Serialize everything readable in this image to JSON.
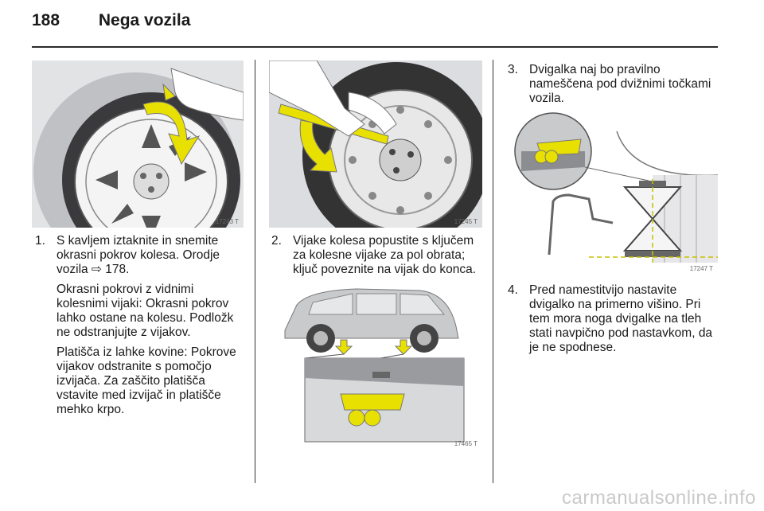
{
  "header": {
    "page_number": "188",
    "title": "Nega vozila"
  },
  "figures": {
    "fig1": {
      "number": "17243 T",
      "icon": "hubcap-removal-illustration"
    },
    "fig2": {
      "number": "17245 T",
      "icon": "wheel-wrench-illustration"
    },
    "fig3": {
      "number": "17465 T",
      "icon": "jack-points-illustration"
    },
    "fig4": {
      "number": "17247 T",
      "icon": "jack-placement-illustration"
    }
  },
  "steps": {
    "s1": {
      "num": "1.",
      "p1": "S kavljem iztaknite in snemite okrasni pokrov kolesa. Orodje vozila ⇨ 178.",
      "p2": "Okrasni pokrovi z vidnimi kolesnimi vijaki: Okrasni pokrov lahko ostane na kolesu. Podložk ne odstranjujte z vijakov.",
      "p3": "Platišča iz lahke kovine: Pokrove vijakov odstranite s pomočjo izvijača. Za zaščito platišča vstavite med izvijač in platišče mehko krpo."
    },
    "s2": {
      "num": "2.",
      "p1": "Vijake kolesa popustite s ključem za kolesne vijake za pol obrata; ključ poveznite na vijak do konca."
    },
    "s3": {
      "num": "3.",
      "p1": "Dvigalka naj bo pravilno nameščena pod dvižnimi točkami vozila."
    },
    "s4": {
      "num": "4.",
      "p1": "Pred namestitvijo nastavite dvigalko na primerno višino. Pri tem mora noga dvigalke na tleh stati navpično pod nastavkom, da je ne spodnese."
    }
  },
  "footer": {
    "watermark": "carmanualsonline.info"
  },
  "colors": {
    "accent_yellow": "#e8e000",
    "figure_bg": "#e9e9ea",
    "text": "#1a1a1a"
  }
}
